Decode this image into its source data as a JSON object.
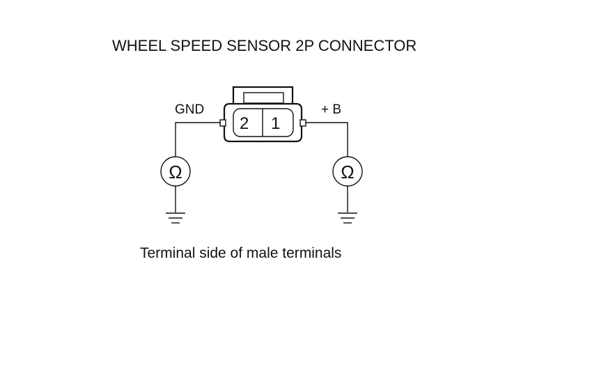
{
  "diagram": {
    "title": "WHEEL SPEED SENSOR 2P CONNECTOR",
    "caption": "Terminal side of male terminals",
    "connector": {
      "pins": [
        {
          "number": "2",
          "signal": "GND"
        },
        {
          "number": "1",
          "signal": "+ B"
        }
      ]
    },
    "meters": [
      {
        "symbol": "Ω",
        "icon": "ohmmeter-icon"
      },
      {
        "symbol": "Ω",
        "icon": "ohmmeter-icon"
      }
    ],
    "grounds": [
      {
        "icon": "ground-icon"
      },
      {
        "icon": "ground-icon"
      }
    ],
    "colors": {
      "line": "#111111",
      "background": "#ffffff"
    }
  }
}
